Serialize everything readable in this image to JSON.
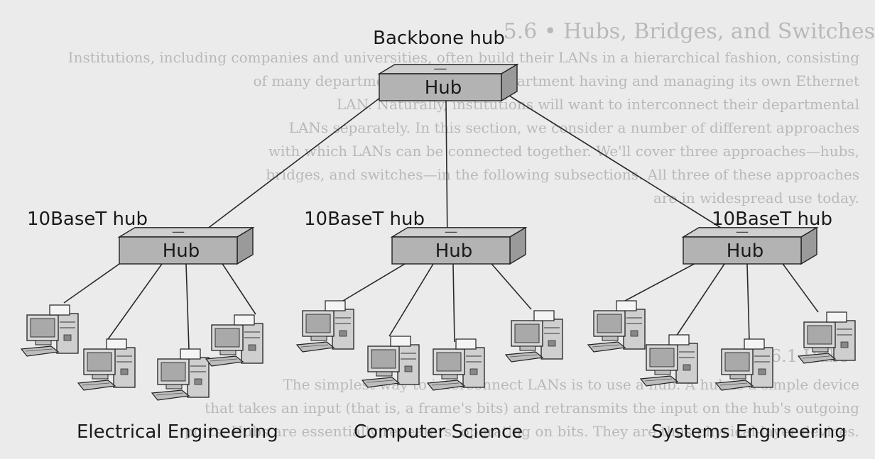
{
  "backbone": {
    "caption": "Backbone hub",
    "box_label": "Hub"
  },
  "hubs": [
    {
      "caption": "10BaseT hub",
      "box_label": "Hub",
      "department": "Electrical Engineering"
    },
    {
      "caption": "10BaseT hub",
      "box_label": "Hub",
      "department": "Computer Science"
    },
    {
      "caption": "10BaseT hub",
      "box_label": "Hub",
      "department": "Systems Engineering"
    }
  ],
  "background_text": {
    "heading": "5.6 • Hubs, Bridges, and Switches",
    "section_heading": "5.6.1 Hubs",
    "body_top": [
      "Institutions, including companies and universities, often build their LANs in a hierarchical fashion, consisting",
      "of many departments, with each department having and managing its own Ethernet",
      "LAN. Naturally, institutions will want to interconnect their departmental",
      "LANs separately. In this section, we consider a number of different approaches",
      "with which LANs can be connected together. We'll cover three approaches—hubs,",
      "bridges, and switches—in the following subsections. All three of these approaches",
      "are in widespread use today."
    ],
    "body_bottom": [
      "The simplest way to interconnect LANs is to use a hub. A hub is a simple device",
      "that takes an input (that is, a frame's bits) and retransmits the input on the hub's outgoing",
      "ports. Hubs are essentially repeaters, operating on bits. They are thus physical-layer devices."
    ]
  },
  "colors": {
    "hub_fill": "#b3b3b3",
    "hub_top": "#cfcfcf",
    "hub_side": "#9a9a9a",
    "computer": "#d9d9d9",
    "line": "#2a2a2a"
  }
}
